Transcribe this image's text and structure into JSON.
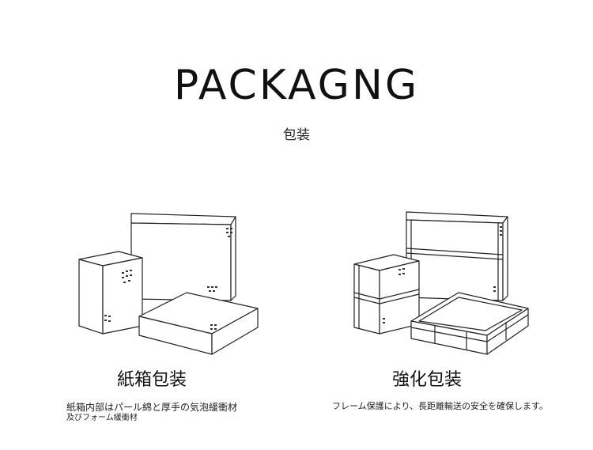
{
  "header": {
    "title": "PACKAGNG",
    "subtitle": "包装"
  },
  "left": {
    "title": "紙箱包装",
    "desc_line1": "紙箱内部はパール綿と厚手の気泡緩衝材",
    "desc_line2": "及びフォーム緩衝材",
    "icon": "cardboard-boxes-illustration"
  },
  "right": {
    "title": "強化包装",
    "desc": "フレーム保護により、長距離輸送の安全を確保します。",
    "icon": "reinforced-crates-illustration"
  }
}
